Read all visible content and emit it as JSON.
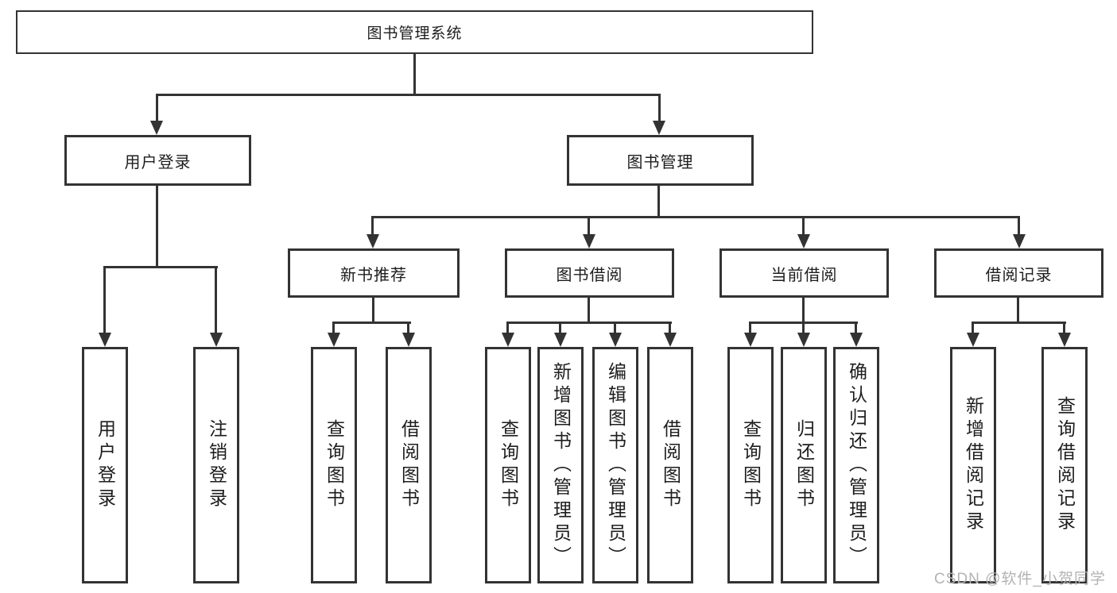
{
  "diagram": {
    "title_node": "图书管理系统",
    "l2": [
      "用户登录",
      "图书管理"
    ],
    "l3": [
      "新书推荐",
      "图书借阅",
      "当前借阅",
      "借阅记录"
    ],
    "leaves_login": [
      "用户登录",
      "注销登录"
    ],
    "leaves_newbook": [
      "查询图书",
      "借阅图书"
    ],
    "leaves_borrow": [
      "查询图书",
      "新增图书（管理员）",
      "编辑图书（管理员）",
      "借阅图书"
    ],
    "leaves_current": [
      "查询图书",
      "归还图书",
      "确认归还（管理员）"
    ],
    "leaves_record": [
      "新增借阅记录",
      "查询借阅记录"
    ],
    "colors": {
      "line": "#333333",
      "text": "#1d1d1d",
      "box_bg": "#ffffff",
      "watermark": "#b3b3b3"
    }
  },
  "watermark": {
    "text": "CSDN @软件_小贺同学"
  }
}
